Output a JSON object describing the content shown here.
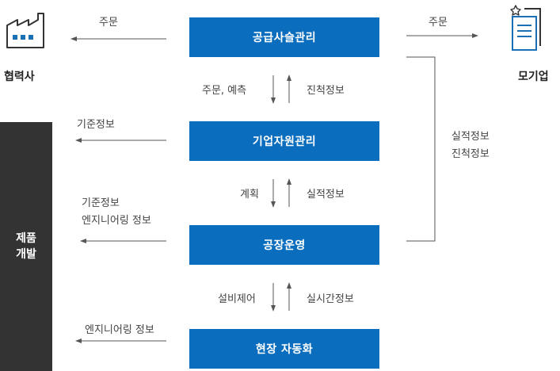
{
  "nodes": {
    "supply": "공급사슬관리",
    "erp": "기업자원관리",
    "factory": "공장운영",
    "field": "현장 자동화"
  },
  "partners": {
    "supplier": "협력사",
    "parent": "모기업"
  },
  "sidebar": {
    "line1": "제품",
    "line2": "개발"
  },
  "flows": {
    "order_left": "주문",
    "order_right": "주문",
    "down1": "주문, 예측",
    "up1": "진척정보",
    "down2": "계획",
    "up2": "실적정보",
    "down3": "설비제어",
    "up3": "실시간정보",
    "right_line1": "실적정보",
    "right_line2": "진척정보",
    "left1": "기준정보",
    "left2_line1": "기준정보",
    "left2_line2": "엔지니어링 정보",
    "left3": "엔지니어링 정보"
  },
  "colors": {
    "box": "#0a6dbd",
    "sidebar": "#333333",
    "icon": "#1a6fb5"
  }
}
